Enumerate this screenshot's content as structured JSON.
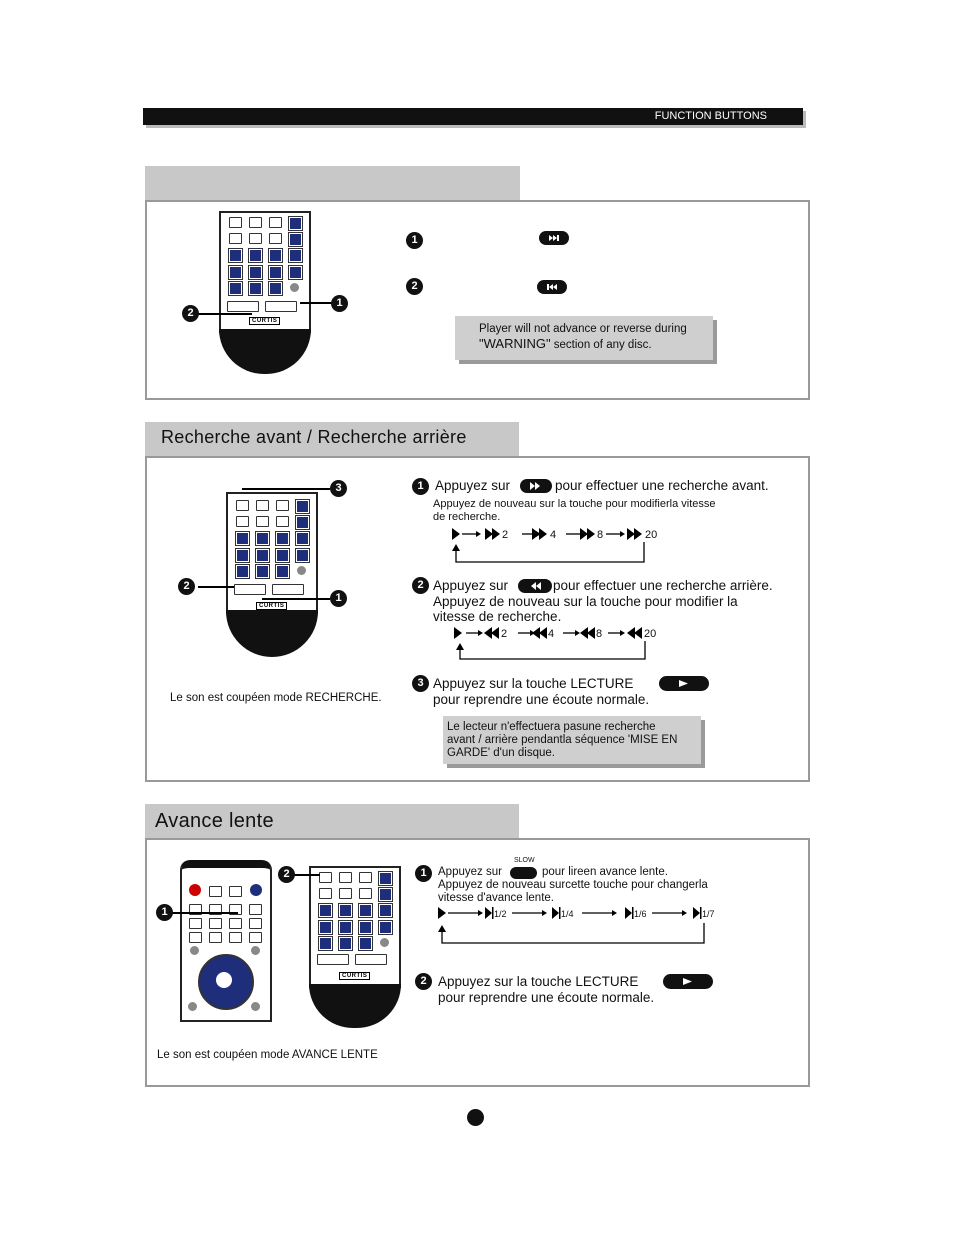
{
  "header": {
    "section_label": "FUNCTION BUTTONS"
  },
  "section1": {
    "warning_line1": "Player will not advance or reverse during",
    "warning_line2_quote": "\"WARNING\"",
    "warning_line2_rest": " section of any disc.",
    "callout_1": "1",
    "callout_2": "2"
  },
  "section2": {
    "title": "Recherche avant /  Recherche arrière",
    "step1_prefix": "Appuyez sur",
    "step1_suffix": "pour effectuer une recherche avant.",
    "step1_sub1": "Appuyez de nouveau sur la touche pour modifierla vitesse",
    "step1_sub2": "de recherche.",
    "step2_prefix": "Appuyez sur",
    "step2_suffix": "pour effectuer une recherche arrière.",
    "step2_line2": "Appuyez de nouveau sur la touche pour modifier la",
    "step2_line3": "vitesse de recherche.",
    "step3_line1": "Appuyez sur la touche LECTURE",
    "step3_line2": "pour reprendre une écoute normale.",
    "speeds": [
      "2",
      "4",
      "8",
      "20"
    ],
    "sound_note": "Le son est coupéen mode RECHERCHE.",
    "note_lines": [
      "Le lecteur n'effectuera pasune recherche",
      "avant / arrière pendantla séquence 'MISE EN",
      "GARDE' d'un disque."
    ],
    "callout_1": "1",
    "callout_2": "2",
    "callout_3": "3"
  },
  "section3": {
    "title": "Avance lente",
    "slow_label": "SLOW",
    "step1_prefix": "Appuyez sur",
    "step1_suffix": "pour lireen avance lente.",
    "step1_line2": "Appuyez de nouveau surcette touche pour changerla",
    "step1_line3": "vitesse d'avance lente.",
    "speeds": [
      "1/2",
      "1/4",
      "1/6",
      "1/7"
    ],
    "step2_line1": "Appuyez sur la touche LECTURE",
    "step2_line2": "pour reprendre une écoute normale.",
    "sound_note": "Le son est coupéen mode AVANCE LENTE",
    "callout_1": "1",
    "callout_2": "2"
  },
  "remote_labels": {
    "rev": "REV",
    "fwd": "FWD",
    "prev": "PREV",
    "next": "NEXT",
    "brand": "CURTIS"
  }
}
